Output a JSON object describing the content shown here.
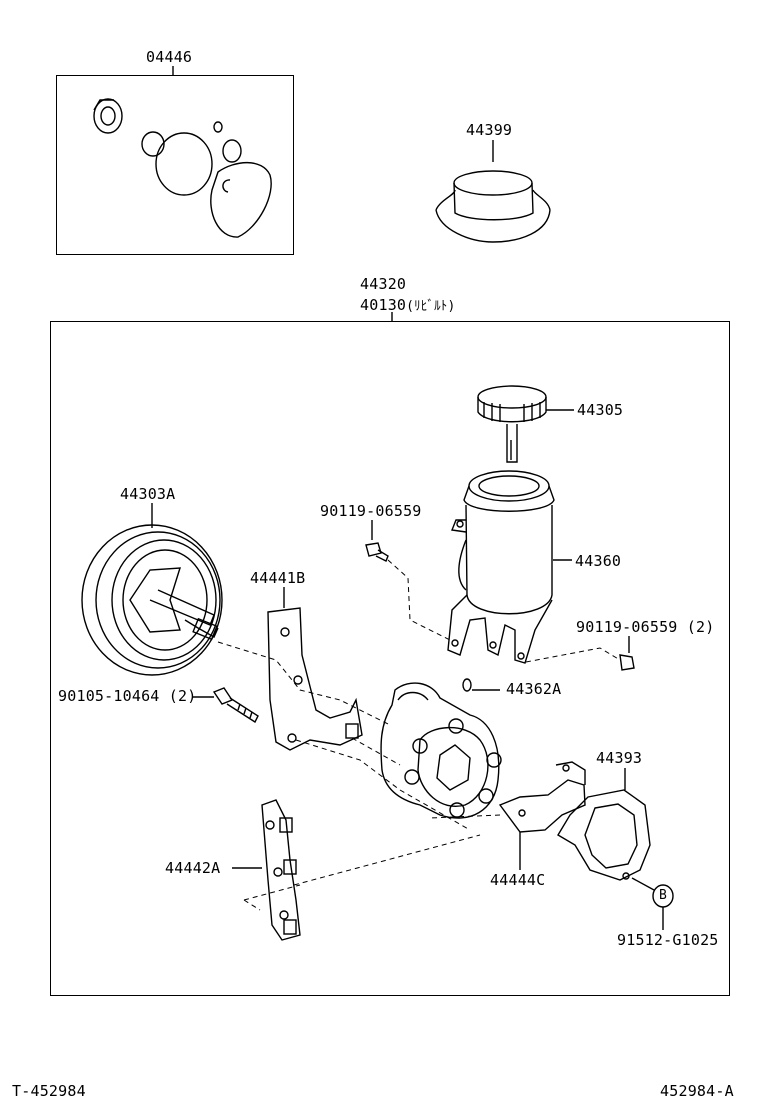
{
  "kit": {
    "part": "04446"
  },
  "cap_cover": {
    "part": "44399"
  },
  "assembly": {
    "part_main": "44320",
    "part_rebuilt": "40130",
    "rebuilt_note": "(ﾘﾋﾞﾙﾄ)"
  },
  "parts": {
    "reservoir_cap": "44305",
    "pulley": "44303A",
    "bolt_a": "90119-06559",
    "reservoir": "44360",
    "bracket_upper": "44441B",
    "bolt_b": "90119-06559 (2)",
    "bolt_c": "90105-10464 (2)",
    "oring": "44362A",
    "gasket": "44393",
    "bracket_lower": "44442A",
    "bracket_c": "44444C",
    "ref_mark": "B",
    "bolt_d": "91512-G1025"
  },
  "footer": {
    "left_code": "T-452984",
    "right_code": "452984-A"
  }
}
